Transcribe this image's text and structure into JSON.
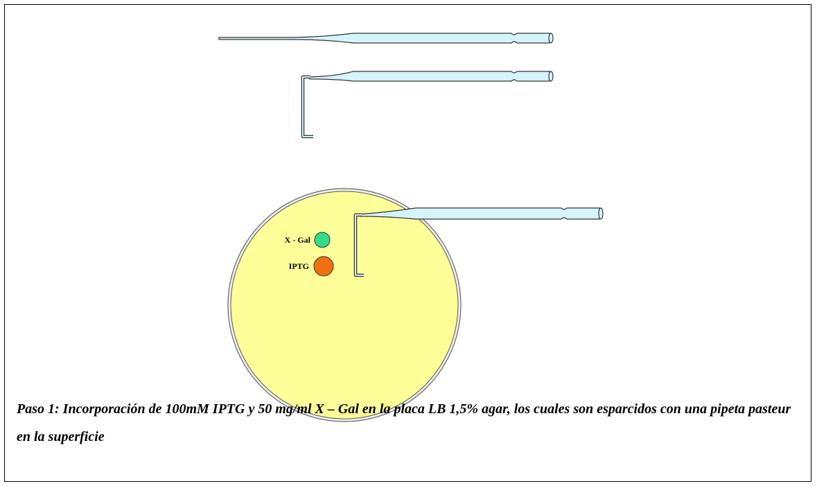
{
  "figure": {
    "labels": {
      "xgal": "X - Gal",
      "iptg": "IPTG"
    },
    "colors": {
      "plate_fill": "#ffff99",
      "plate_rim": "#e4e4e4",
      "pipette_fill": "#d6f4fb",
      "xgal_spot": "#33dd88",
      "iptg_spot": "#f07010"
    },
    "icons": [
      "pasteur-pipette-straight",
      "pasteur-pipette-bent",
      "petri-plate",
      "spreader-pipette"
    ]
  },
  "caption": {
    "text": "Paso 1: Incorporación de 100mM IPTG y 50 mg/ml X – Gal en la  placa LB 1,5% agar, los cuales son esparcidos con una pipeta pasteur en la superficie"
  }
}
